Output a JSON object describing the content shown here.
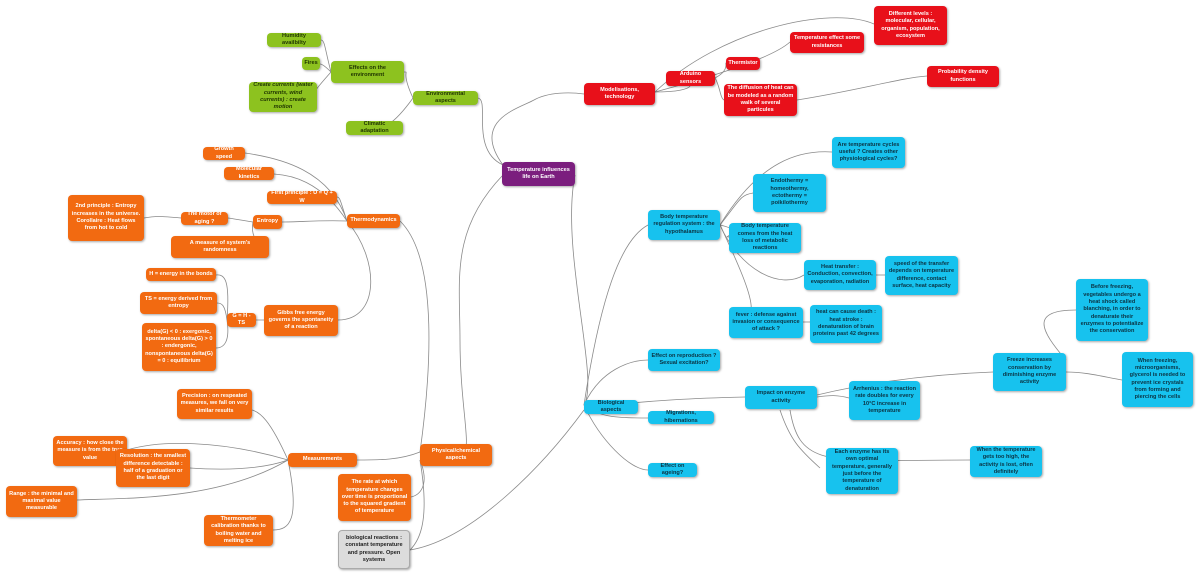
{
  "colors": {
    "center": "#7b1e7e",
    "technology": "#e8101a",
    "environment": "#8dc21f",
    "physical": "#f26a11",
    "biological": "#17c2ee",
    "neutral": "#dcdcdc",
    "links": "#8a8a8a"
  },
  "nodes": {
    "center": "Temperature influences life on Earth",
    "modelisations": "Modelisations, technology",
    "different_levels": "Different levels : molecular, cellular, organism, population, ecosystem",
    "temp_effect_resistances": "Temperature effect some resistances",
    "arduino": "Arduino sensors",
    "thermistor": "Thermistor",
    "diffusion_heat": "The diffusion of heat can be modeled as a random walk of several particules",
    "probability_density": "Probability density functions",
    "humidity": "Humidity availbilty",
    "fires": "Fires",
    "effects_environment": "Effects on the environment",
    "create_currents": "Create currents (water currents, wind currents) : create motion",
    "environmental_aspects": "Environmental aspects",
    "climatic_adaptation": "Climatic adaptation",
    "growth_speed": "Growth speed",
    "molecular_kinetics": "Molecular kinetics",
    "first_principle": "First principle : U = Q + W",
    "second_principle": "2nd principle : Entropy increases in the universe. Corollaire : Heat flows from hot to cold",
    "motor_aging": "The motor of aging ?",
    "entropy": "Entropy",
    "thermodynamics": "Thermodynamics",
    "measure_randomness": "A measure of system's randomness",
    "h_energy": "H = energy in the bonds",
    "ts_energy": "TS = energy derived from entropy",
    "g_formula": "G = H - TS",
    "gibbs": "Gibbs free energy governs the spontaneity of a reaction",
    "delta_g": "delta(G) < 0 : exergonic, spontaneous delta(G) > 0 : endergonic, nonspontaneous delta(G) = 0 : equilibrium",
    "precision": "Precision : on respeated measures, we fall on very similar results",
    "accuracy": "Accuracy : how close the measure is from the true value",
    "physical_chemical": "Physical/chemical aspects",
    "measurements": "Measurements",
    "resolution": "Resolution : the smallest difference detectable : half of a graduation or the last digit",
    "range": "Range : the minimal and maximal value measurable",
    "rate_change": "The rate at which temperature changes over time is proportional to the squared gradient of temperature",
    "thermometer": "Thermometer calibration thanks to boiling water and melting ice",
    "bio_reactions": "biological reactions : constant temperature and pressure. Open systems",
    "temp_cycles": "Are temperature cycles useful ? Creates other physiological cycles?",
    "endothermy": "Endothermy = homeothermy, ectothermy = poikilothermy",
    "body_regulation": "Body temperature regulation system : the hypothalamus",
    "body_heat_loss": "Body temperature comes from the heat loss of metabolic reactions",
    "heat_transfer": "Heat transfer : Conduction, convection, evaporation, radiation",
    "speed_transfer": "speed of the transfer depends on temperature difference, contact surface, heat capacity",
    "fever": "fever : defense against invasion or consequence of attack ?",
    "heat_death": "heat can cause death : heat stroke : denaturation of brain proteins past 42 degrees",
    "before_freezing": "Before freezing, vegetables undergo a heat shock called blanching, in order to denaturate their enzymes to potentialize the conservation",
    "reproduction": "Effect on reproduction ? Sexual excitation?",
    "freeze": "Freeze increases conservation by diminishing enzyme activity",
    "when_freezing": "When freezing, microorganisms, glycerol is needed to prevent ice crystals from forming and piercing the cells",
    "biological_aspects": "Biological aspects",
    "impact_enzyme": "Impact on enzyme activity",
    "arrhenius": "Arrhenius : the reaction rate doubles for every 10°C increase in temperature",
    "migrations": "Migrations, hibernations",
    "temp_too_high": "When the temperature gets too high, the activity is lost, often definitely",
    "effect_ageing": "Effect on ageing?",
    "enzyme_optimal": "Each enzyme has its own optimal temperature, generally just before the temperature of denaturation"
  }
}
